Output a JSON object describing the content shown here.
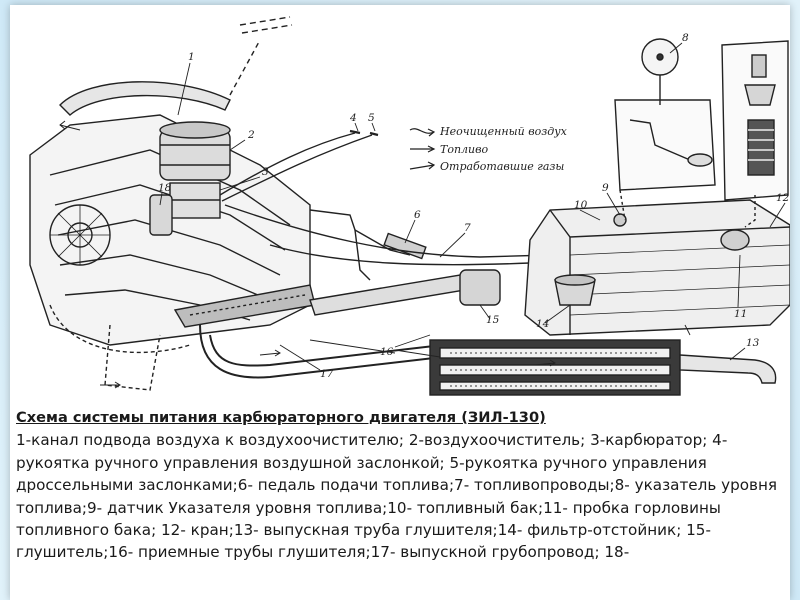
{
  "legend": {
    "items": [
      {
        "label": "Неочищенный воздух"
      },
      {
        "label": "Топливо"
      },
      {
        "label": "Отработавшие газы"
      }
    ]
  },
  "callouts": [
    "1",
    "2",
    "3",
    "4",
    "5",
    "6",
    "7",
    "8",
    "9",
    "10",
    "11",
    "12",
    "13",
    "14",
    "15",
    "16",
    "17",
    "18"
  ],
  "caption": {
    "title": "Схема системы питания карбюраторного двигателя (ЗИЛ-130)",
    "body": "1-канал подвода воздуха к воздухоочистителю; 2-воздухоочиститель; 3-карбюратор; 4- рукоятка ручного управления воздушной заслонкой; 5-рукоятка ручного управления дроссельными заслонками;6- педаль подачи топлива;7- топливопроводы;8- указатель уровня топлива;9- датчик Указателя уровня топлива;10- топливный бак;11- пробка горловины топливного бака; 12- кран;13- выпускная труба глушителя;14- фильтр-отстойник; 15-глушитель;16- приемные трубы глушителя;17- выпускной грубопровод; 18-"
  }
}
